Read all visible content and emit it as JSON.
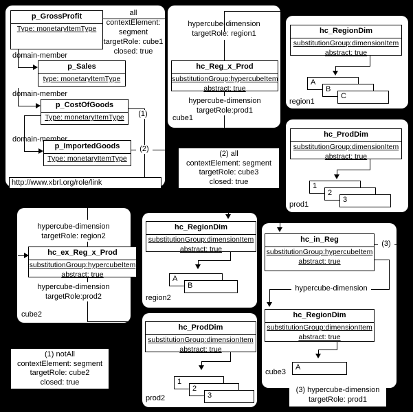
{
  "diagram": {
    "title": "XBRL Dimensions hypercube linkbase diagram",
    "background": "#000000",
    "panel_fill": "#ffffff"
  },
  "panels": {
    "link_panel": {
      "role_label": "http://www.xbrl.org/role/link",
      "elements": [
        {
          "name": "p_GrossProfit",
          "attributes": [
            "Type: monetaryItemType"
          ]
        },
        {
          "name": "p_Sales",
          "attributes": [
            "type: monetaryItemType"
          ]
        },
        {
          "name": "p_CostOfGoods",
          "attributes": [
            "Type: monetaryItemType"
          ]
        },
        {
          "name": "p_ImportedGoods",
          "attributes": [
            "Type: monetaryItemType"
          ]
        }
      ],
      "arc_labels": [
        "domain-member",
        "domain-member",
        "domain-member"
      ],
      "all_arc": "all\ncontextElement:\nsegment\ntargetRole: cube1\nclosed: true",
      "markers": [
        "(1)",
        "(2)"
      ]
    },
    "cube1": {
      "name": "cube1",
      "element": {
        "name": "hc_Reg_x_Prod",
        "attributes": [
          "substitutionGroup:hypercubeItem",
          "abstract: true"
        ]
      },
      "arc_top": "hypercube-dimension\ntargetRole: region1",
      "arc_bottom": "hypercube-dimension\ntargetRole:prod1"
    },
    "region1": {
      "name": "region1",
      "element": {
        "name": "hc_RegionDim",
        "attributes": [
          "substitutionGroup:dimensionItem",
          "abstract: true"
        ]
      },
      "members": [
        "A",
        "B",
        "C"
      ]
    },
    "prod1": {
      "name": "prod1",
      "element": {
        "name": "hc_ProdDim",
        "attributes": [
          "substitutionGroup:dimensionItem",
          "abstract: true"
        ]
      },
      "members": [
        "1",
        "2",
        "3"
      ]
    },
    "cube2": {
      "name": "cube2",
      "element": {
        "name": "hc_ex_Reg_x_Prod",
        "attributes": [
          "substitutionGroup:hypercubeItem",
          "abstract: true"
        ]
      },
      "arc_top": "hypercube-dimension\ntargetRole: region2",
      "arc_bottom": "hypercube-dimension\ntargetRole:prod2"
    },
    "region2": {
      "name": "region2",
      "element": {
        "name": "hc_RegionDim",
        "attributes": [
          "substitutionGroup:dimensionItem",
          "abstract: true"
        ]
      },
      "members": [
        "A",
        "B"
      ]
    },
    "prod2": {
      "name": "prod2",
      "element": {
        "name": "hc_ProdDim",
        "attributes": [
          "substitutionGroup:dimensionItem",
          "abstract: true"
        ]
      },
      "members": [
        "1",
        "2",
        "3"
      ]
    },
    "cube3": {
      "name": "cube3",
      "element_hypercube": {
        "name": "hc_in_Reg",
        "attributes": [
          "substitutionGroup:hypercubeItem",
          "abstract: true"
        ]
      },
      "element_dimension": {
        "name": "hc_RegionDim",
        "attributes": [
          "substitutionGroup:dimensionItem",
          "abstract: true"
        ]
      },
      "arc_label": "hypercube-dimension",
      "members": [
        "A"
      ],
      "marker": "(3)"
    }
  },
  "notes": {
    "note2": "(2) all\ncontextElement: segment\ntargetRole: cube3\nclosed: true",
    "note1": "(1) notAll\ncontextElement: segment\ntargetRole: cube2\nclosed: true",
    "note3": "(3) hypercube-dimension\ntargetRole: prod1"
  }
}
